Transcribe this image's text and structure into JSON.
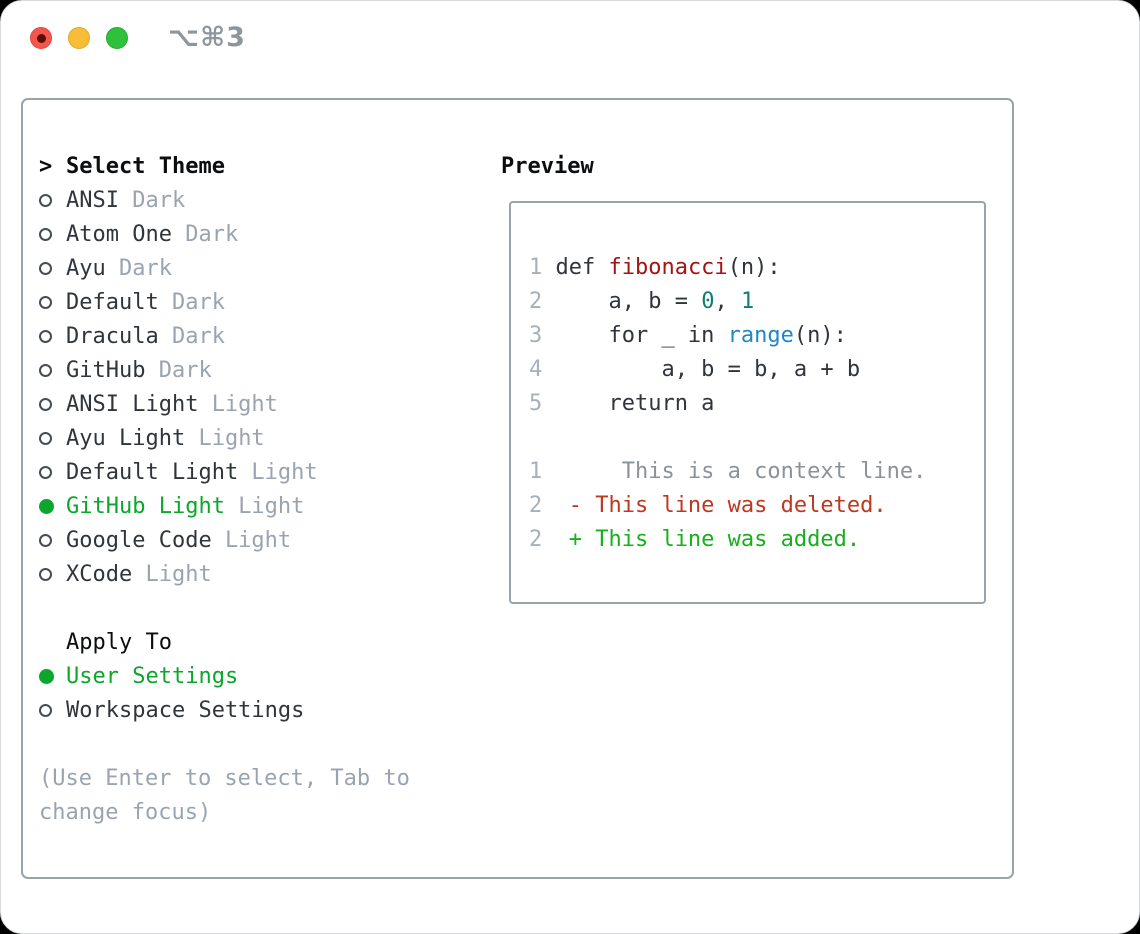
{
  "window": {
    "shortcut": "⌥⌘3",
    "traffic_lights": [
      "close",
      "minimize",
      "zoom"
    ]
  },
  "colors": {
    "selection_green": "#0da62c",
    "added_green": "#17b01c",
    "deleted_red": "#c0371f",
    "func_red": "#a31512",
    "number_teal": "#0f7c77",
    "builtin_blue": "#1e88c7",
    "text_dark": "#30353c",
    "muted_gray": "#9aa4b1",
    "line_number_gray": "#a7afba",
    "context_gray": "#8a929c",
    "border": "#99a3ac",
    "header_black": "#0b0d0f",
    "title_gray": "#8d959d",
    "radio_ring": "#464c55",
    "light_red": "#f2564c",
    "light_red_border": "#e2463c",
    "light_yellow": "#f6bd35",
    "light_yellow_border": "#e0a728",
    "light_green": "#30c13c",
    "light_green_border": "#24ab2e",
    "close_dot": "#5f0d06"
  },
  "theme_panel": {
    "header_prefix": ">",
    "header": "Select Theme",
    "items": [
      {
        "name": "ANSI",
        "variant": "Dark",
        "selected": false
      },
      {
        "name": "Atom One",
        "variant": "Dark",
        "selected": false
      },
      {
        "name": "Ayu",
        "variant": "Dark",
        "selected": false
      },
      {
        "name": "Default",
        "variant": "Dark",
        "selected": false
      },
      {
        "name": "Dracula",
        "variant": "Dark",
        "selected": false
      },
      {
        "name": "GitHub",
        "variant": "Dark",
        "selected": false
      },
      {
        "name": "ANSI Light",
        "variant": "Light",
        "selected": false
      },
      {
        "name": "Ayu Light",
        "variant": "Light",
        "selected": false
      },
      {
        "name": "Default Light",
        "variant": "Light",
        "selected": false
      },
      {
        "name": "GitHub Light",
        "variant": "Light",
        "selected": true
      },
      {
        "name": "Google Code",
        "variant": "Light",
        "selected": false
      },
      {
        "name": "XCode",
        "variant": "Light",
        "selected": false
      }
    ],
    "apply_to": {
      "header": "Apply To",
      "options": [
        {
          "name": "User Settings",
          "selected": true
        },
        {
          "name": "Workspace Settings",
          "selected": false
        }
      ]
    },
    "help_lines": [
      "(Use Enter to select, Tab to",
      "change focus)"
    ]
  },
  "preview": {
    "title": "Preview",
    "lines": [
      {
        "num": "1",
        "segs": [
          {
            "t": "def ",
            "c": "plain"
          },
          {
            "t": "fibonacci",
            "c": "func"
          },
          {
            "t": "(n):",
            "c": "plain"
          }
        ]
      },
      {
        "num": "2",
        "segs": [
          {
            "t": "    a, b = ",
            "c": "plain"
          },
          {
            "t": "0",
            "c": "number"
          },
          {
            "t": ", ",
            "c": "plain"
          },
          {
            "t": "1",
            "c": "number"
          }
        ]
      },
      {
        "num": "3",
        "segs": [
          {
            "t": "    for _ in ",
            "c": "plain"
          },
          {
            "t": "range",
            "c": "builtin"
          },
          {
            "t": "(n):",
            "c": "plain"
          }
        ]
      },
      {
        "num": "4",
        "segs": [
          {
            "t": "        a, b = b, a + b",
            "c": "plain"
          }
        ]
      },
      {
        "num": "5",
        "segs": [
          {
            "t": "    return a",
            "c": "plain"
          }
        ]
      },
      {
        "num": "",
        "segs": []
      },
      {
        "num": "1",
        "segs": [
          {
            "t": "     This is a context line.",
            "c": "context"
          }
        ]
      },
      {
        "num": "2",
        "segs": [
          {
            "t": " - This line was deleted.",
            "c": "deleted"
          }
        ]
      },
      {
        "num": "2",
        "segs": [
          {
            "t": " + This line was added.",
            "c": "added"
          }
        ]
      }
    ]
  }
}
